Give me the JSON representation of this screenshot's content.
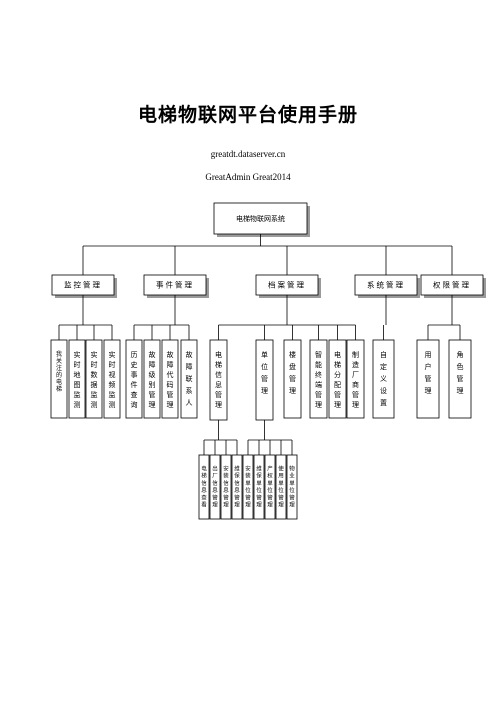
{
  "doc": {
    "title": "电梯物联网平台使用手册",
    "url": "greatdt.dataserver.cn",
    "credentials": "GreatAdmin    Great2014"
  },
  "tree": {
    "root": "电梯物联网系统",
    "modules": [
      {
        "label": "监控管理",
        "children": [
          "我关注的电梯",
          "实时地图监测",
          "实时数据监测",
          "实时视频监测"
        ]
      },
      {
        "label": "事件管理",
        "children": [
          "历史事件查询",
          "故障级别管理",
          "故障代码管理",
          "故障联系人"
        ]
      },
      {
        "label": "档案管理",
        "children": [
          {
            "label": "电梯信息管理",
            "children": [
              "电梯信息查看",
              "出厂信息管理",
              "安装信息管理",
              "维保信息管理"
            ]
          },
          {
            "label": "单位管理",
            "children": [
              "安装单位管理",
              "维保单位管理",
              "产权单位管理",
              "使用单位管理",
              "物业单位管理"
            ]
          },
          "楼盘管理",
          "智能终端管理",
          "电梯分配管理",
          "制造厂商管理"
        ]
      },
      {
        "label": "系统管理",
        "children": [
          "自定义设置"
        ]
      },
      {
        "label": "权限管理",
        "children": [
          "用户管理",
          "角色管理"
        ]
      }
    ]
  }
}
